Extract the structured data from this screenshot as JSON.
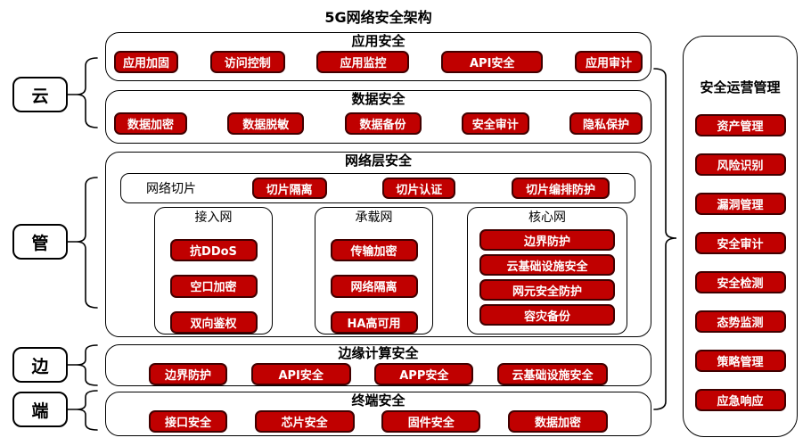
{
  "title": "5G网络安全架构",
  "colors": {
    "accent_red": "#C00000",
    "accent_red_border": "#400000",
    "text_on_red": "#FFFFFF"
  },
  "side_labels": [
    {
      "label": "云"
    },
    {
      "label": "管"
    },
    {
      "label": "边"
    },
    {
      "label": "端"
    }
  ],
  "sections": [
    {
      "title": "应用安全",
      "items": [
        "应用加固",
        "访问控制",
        "应用监控",
        "API安全",
        "应用审计"
      ]
    },
    {
      "title": "数据安全",
      "items": [
        "数据加密",
        "数据脱敏",
        "数据备份",
        "安全审计",
        "隐私保护"
      ]
    },
    {
      "title": "网络层安全",
      "slice": {
        "label": "网络切片",
        "items": [
          "切片隔离",
          "切片认证",
          "切片编排防护"
        ]
      },
      "subnets": [
        {
          "title": "接入网",
          "items": [
            "抗DDoS",
            "空口加密",
            "双向鉴权"
          ]
        },
        {
          "title": "承载网",
          "items": [
            "传输加密",
            "网络隔离",
            "HA高可用"
          ]
        },
        {
          "title": "核心网",
          "items": [
            "边界防护",
            "云基础设施安全",
            "网元安全防护",
            "容灾备份"
          ]
        }
      ]
    },
    {
      "title": "边缘计算安全",
      "items": [
        "边界防护",
        "API安全",
        "APP安全",
        "云基础设施安全"
      ]
    },
    {
      "title": "终端安全",
      "items": [
        "接口安全",
        "芯片安全",
        "固件安全",
        "数据加密"
      ]
    }
  ],
  "ops_panel": {
    "title": "安全运营管理",
    "items": [
      "资产管理",
      "风险识别",
      "漏洞管理",
      "安全审计",
      "安全检测",
      "态势监测",
      "策略管理",
      "应急响应"
    ]
  }
}
